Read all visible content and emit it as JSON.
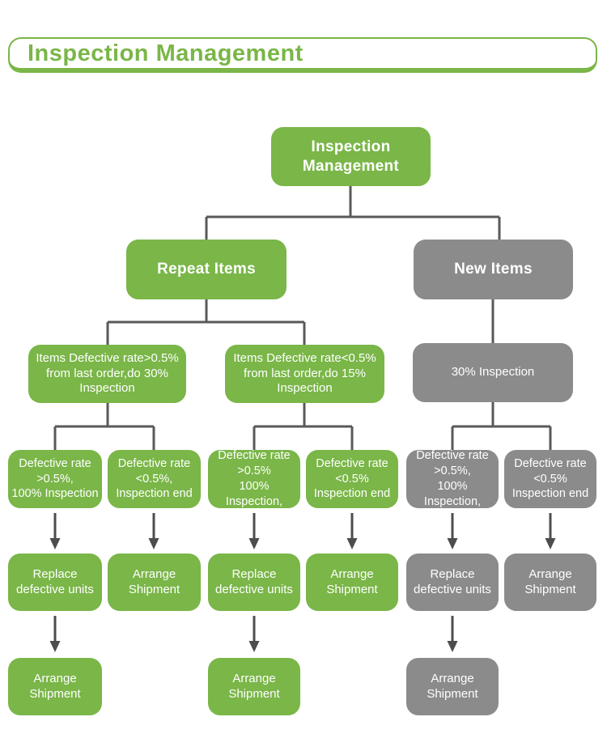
{
  "header": {
    "title": "Inspection Management"
  },
  "colors": {
    "green": "#7ab648",
    "gray": "#8b8b8b",
    "line": "#595959",
    "arrow": "#4d4d4d",
    "node_text": "#ffffff",
    "bg": "#ffffff"
  },
  "nodes": {
    "root": {
      "label": "Inspection\nManagement"
    },
    "repeat_items": {
      "label": "Repeat Items"
    },
    "new_items": {
      "label": "New Items"
    },
    "repeat_high": {
      "label": "Items Defective rate>0.5%\nfrom last order,do 30%\nInspection"
    },
    "repeat_low": {
      "label": "Items Defective rate<0.5%\nfrom last order,do 15%\nInspection"
    },
    "new_30pct": {
      "label": "30% Inspection"
    },
    "repeat_high_gt": {
      "label": "Defective rate\n>0.5%,\n100% Inspection"
    },
    "repeat_high_lt": {
      "label": "Defective rate\n<0.5%,\nInspection end"
    },
    "repeat_low_gt": {
      "label": "Defective rate\n>0.5%\n100% Inspection,"
    },
    "repeat_low_lt": {
      "label": "Defective rate\n<0.5%\nInspection end"
    },
    "new_gt": {
      "label": "Defective rate\n>0.5%,\n100% Inspection,"
    },
    "new_lt": {
      "label": "Defective rate\n<0.5%\nInspection end"
    },
    "repeat_high_replace": {
      "label": "Replace\ndefective units"
    },
    "repeat_high_ship": {
      "label": "Arrange\nShipment"
    },
    "repeat_low_replace": {
      "label": "Replace\ndefective units"
    },
    "repeat_low_ship": {
      "label": "Arrange\nShipment"
    },
    "new_replace": {
      "label": "Replace\ndefective units"
    },
    "new_ship": {
      "label": "Arrange\nShipment"
    },
    "repeat_high_ship_final": {
      "label": "Arrange\nShipment"
    },
    "repeat_low_ship_final": {
      "label": "Arrange\nShipment"
    },
    "new_ship_final": {
      "label": "Arrange\nShipment"
    }
  }
}
